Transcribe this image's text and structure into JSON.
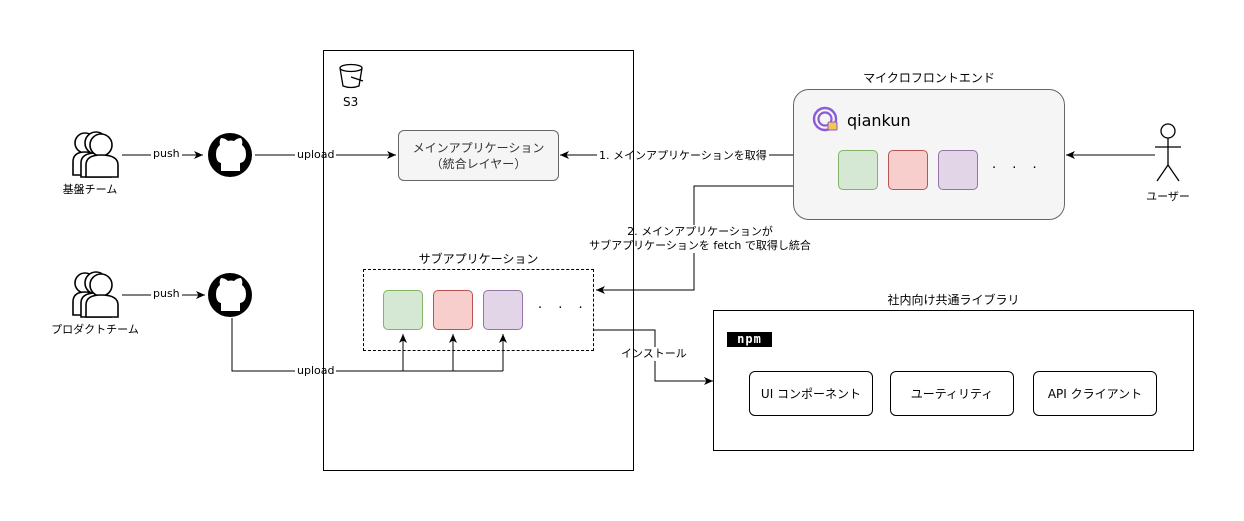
{
  "teams": {
    "base": "基盤チーム",
    "product": "プロダクトチーム"
  },
  "edges": {
    "push_top": "push",
    "push_bottom": "push",
    "upload_top": "upload",
    "upload_bottom": "upload",
    "fetch_main": "1. メインアプリケーションを取得",
    "integrate_line1": "2. メインアプリケーションが",
    "integrate_line2": "サブアプリケーションを fetch で取得し統合",
    "install": "インストール"
  },
  "s3": {
    "label": "S3",
    "main_app_line1": "メインアプリケーション",
    "main_app_line2": "（統合レイヤー）",
    "sub_apps_title": "サブアプリケーション",
    "sub_apps_more": "· · ·"
  },
  "micro_frontend": {
    "title": "マイクロフロントエンド",
    "framework": "qiankun",
    "more": "· · ·"
  },
  "user": {
    "label": "ユーザー"
  },
  "library": {
    "title": "社内向け共通ライブラリ",
    "registry": "npm",
    "items": [
      "UI コンポーネント",
      "ユーティリティ",
      "API クライアント"
    ]
  }
}
